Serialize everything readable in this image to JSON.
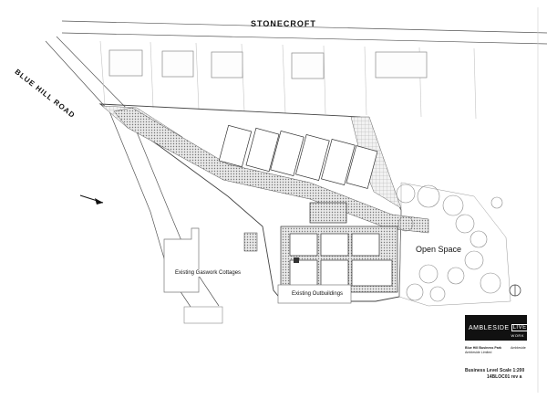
{
  "labels": {
    "road_top": "STONECROFT",
    "road_left": "BLUE HILL ROAD",
    "open_space": "Open Space",
    "existing_cottages": "Existing Gaswork Cottages",
    "existing_outbuildings": "Existing Outbuildings"
  },
  "title_block": {
    "company_name": "AMBLESIDE",
    "company_live": "LIVE",
    "company_work": "WORK",
    "project_line1": "Blue Hill Business Park",
    "project_line2": "Ambleside Limited",
    "project_place": "Ambleside",
    "drawing_title": "Business Level",
    "scale": "Scale 1:200",
    "drawing_ref": "14BLOC01 rev a"
  },
  "colors": {
    "line": "#333333",
    "hatch": "#9a9a9a",
    "light_line": "#bbbbbb",
    "logo_bg": "#111111"
  }
}
